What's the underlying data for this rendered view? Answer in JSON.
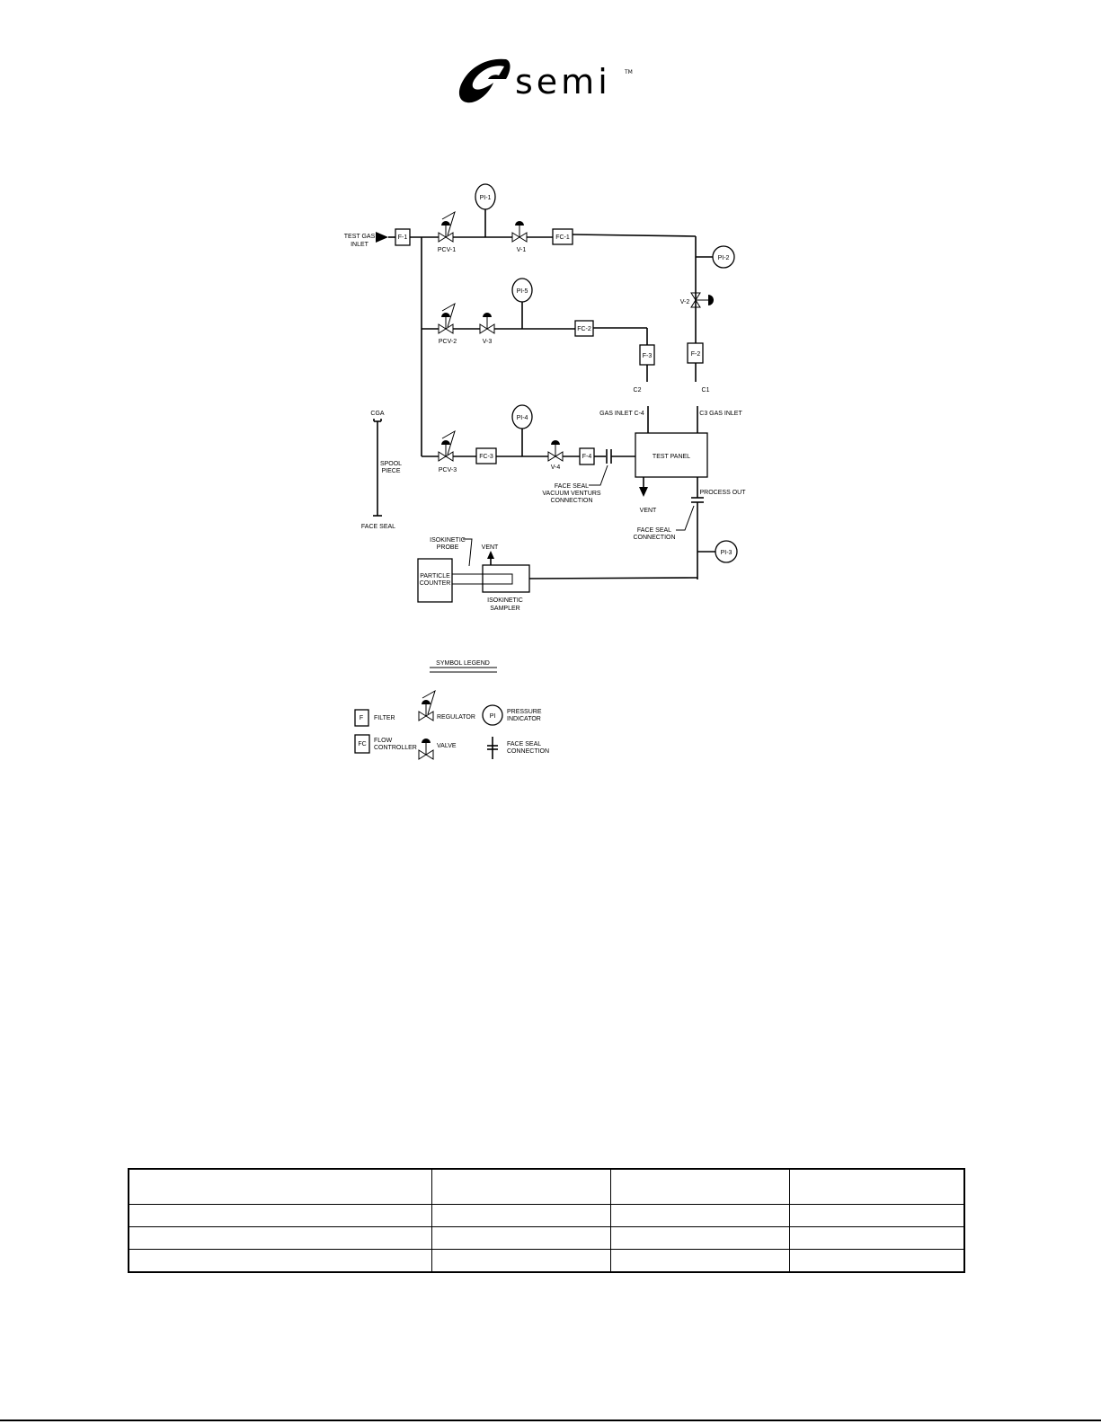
{
  "logo": {
    "wordmark": "semi",
    "trademark": "TM"
  },
  "diagram": {
    "test_gas_inlet": [
      "TEST GAS",
      "INLET"
    ],
    "filters": {
      "f1": "F-1",
      "f2": "F-2",
      "f3": "F-3",
      "f4": "F-4"
    },
    "regulators": {
      "pcv1": "PCV-1",
      "pcv2": "PCV-2",
      "pcv3": "PCV-3"
    },
    "valves": {
      "v1": "V-1",
      "v2": "V-2",
      "v3": "V-3",
      "v4": "V-4"
    },
    "flow_controllers": {
      "fc1": "FC-1",
      "fc2": "FC-2",
      "fc3": "FC-3"
    },
    "pressure_indicators": {
      "pi1": "PI-1",
      "pi2": "PI-2",
      "pi3": "PI-3",
      "pi4": "PI-4",
      "pi5": "PI-5"
    },
    "connections": {
      "c1": "C1",
      "c2": "C2",
      "gas_inlet_c4": "GAS INLET C-4",
      "c3_gas_inlet": "C3 GAS INLET",
      "process_out": "PROCESS OUT"
    },
    "test_panel": "TEST PANEL",
    "vent_panel": "VENT",
    "vent_sampler": "VENT",
    "face_seal_vacuum": [
      "FACE SEAL",
      "VACUUM VENTURS",
      "CONNECTION"
    ],
    "face_seal_connection": [
      "FACE SEAL",
      "CONNECTION"
    ],
    "spool": {
      "cga": "CGA",
      "label": [
        "SPOOL",
        "PIECE"
      ],
      "face_seal": "FACE SEAL"
    },
    "isokinetic_probe": [
      "ISOKINETIC",
      "PROBE"
    ],
    "particle_counter": [
      "PARTICLE",
      "COUNTER"
    ],
    "isokinetic_sampler": [
      "ISOKINETIC",
      "SAMPLER"
    ]
  },
  "legend": {
    "title": "SYMBOL LEGEND",
    "filter_symbol": "F",
    "filter": "FILTER",
    "fc_symbol": "FC",
    "flow_controller": [
      "FLOW",
      "CONTROLLER"
    ],
    "regulator": "REGULATOR",
    "valve": "VALVE",
    "pi_symbol": "PI",
    "pressure_indicator": [
      "PRESSURE",
      "INDICATOR"
    ],
    "face_seal_connection": [
      "FACE SEAL",
      "CONNECTION"
    ]
  },
  "table": {
    "columns": 4,
    "rows": 4
  }
}
